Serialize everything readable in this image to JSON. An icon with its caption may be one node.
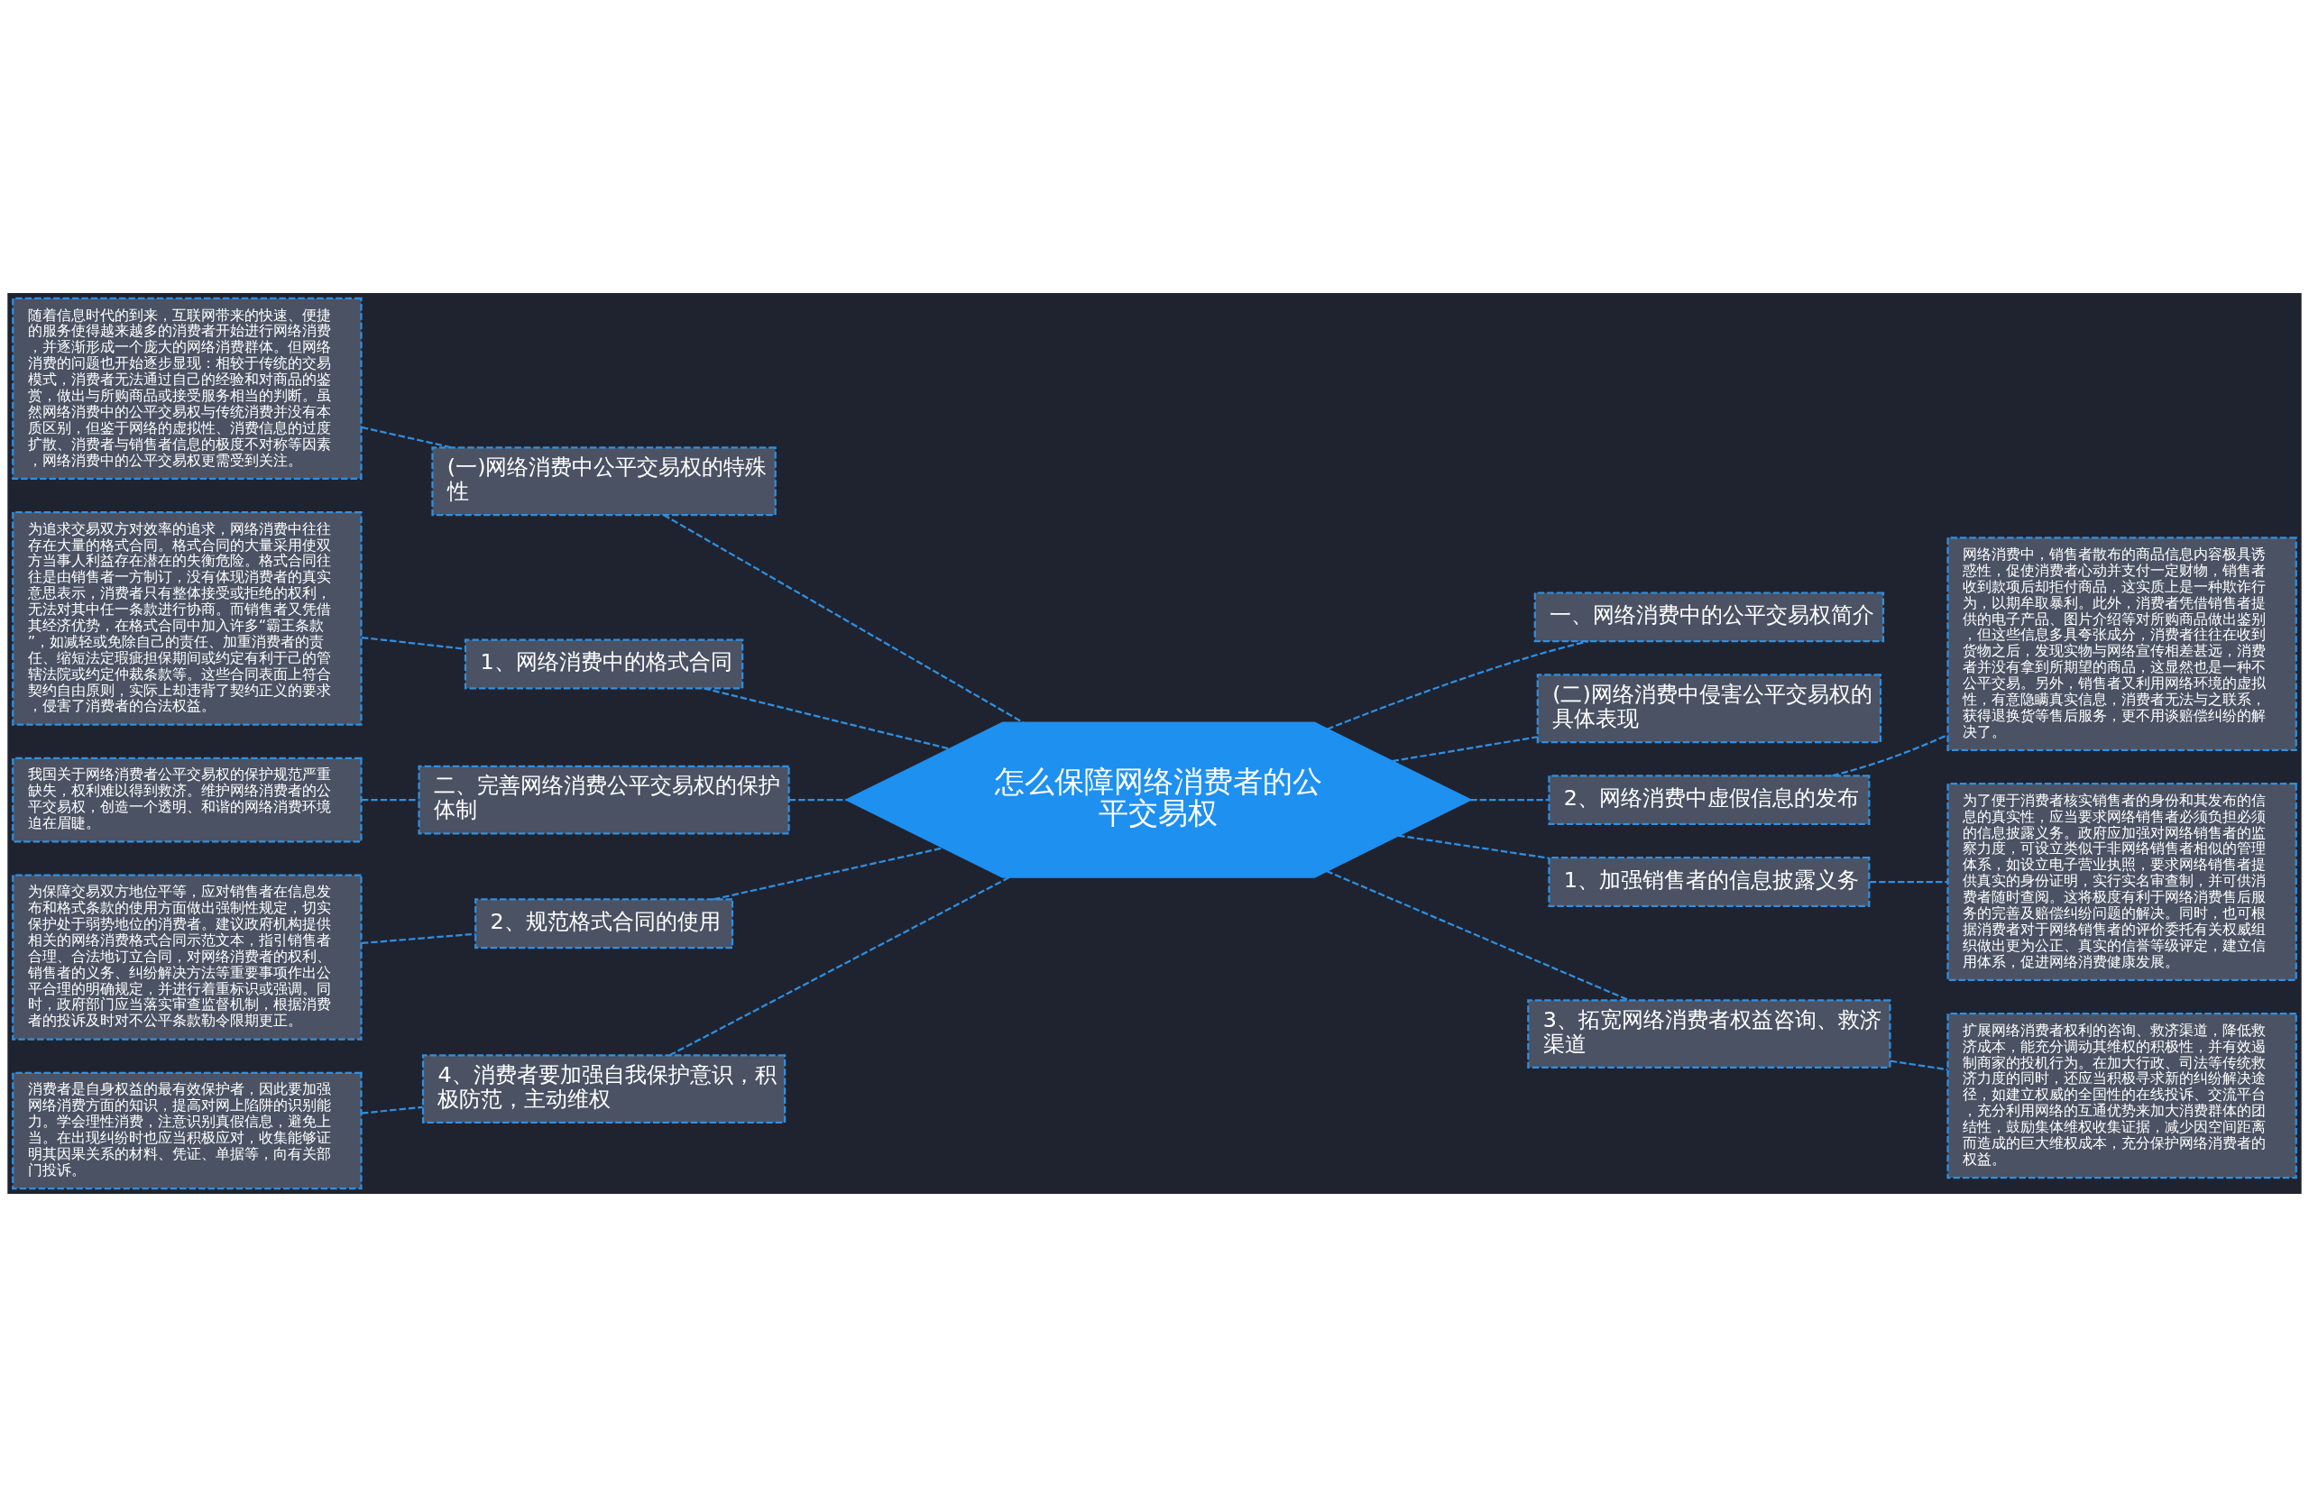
{
  "diagram": {
    "nodes": [
      {
        "text": [
          "怎么保障网络消费者的公平交易权"
        ]
      },
      {
        "text": [
          "(一)网络消费中公平交易权的特殊性"
        ]
      },
      {
        "text": [
          "随着信息时代的到来，互联网带来的快速、便捷的服务使得越来越多的消费者开始进行网络消费，并逐渐形成一个庞大的网络消费群体。但网络消费的问题也开始逐步显现：相较于传统的交易模式，消费者无法通过自己的经验和对商品的鉴赏，做出与所购商品或接受服务相当的判断。虽然网络消费中的公平交易权与传统消费并没有本质区别，但鉴于网络的虚拟性、消费信息的过度扩散、消费者与销售者信息的极度不对称等因素，网络消费中的公平交易权更需受到关注。"
        ]
      },
      {
        "text": [
          "1、网络消费中的格式合同"
        ]
      },
      {
        "text": [
          "为追求交易双方对效率的追求，网络消费中往往存在大量的格式合同。格式合同的大量采用使双方当事人利益存在潜在的失衡危险。格式合同往往是由销售者一方制订，没有体现消费者的真实意思表示，消费者只有整体接受或拒绝的权利，无法对其中任一条款进行协商。而销售者又凭借其经济优势，在格式合同中加入许多“霸王条款”，如减轻或免除自己的责任、加重消费者的责任、缩短法定瑕疵担保期间或约定有利于己的管辖法院或约定仲裁条款等。这些合同表面上符合契约自由原则，实际上却违背了契约正义的要求，侵害了消费者的合法权益。"
        ]
      },
      {
        "text": [
          "二、完善网络消费公平交易权的保护体制"
        ]
      },
      {
        "text": [
          "我国关于网络消费者公平交易权的保护规范严重缺失，权利难以得到救济。维护网络消费者的公平交易权，创造一个透明、和谐的网络消费环境迫在眉睫。"
        ]
      },
      {
        "text": [
          "2、规范格式合同的使用"
        ]
      },
      {
        "text": [
          "为保障交易双方地位平等，应对销售者在信息发布和格式条款的使用方面做出强制性规定，切实保护处于弱势地位的消费者。建议政府机构提供相关的网络消费格式合同示范文本，指引销售者合理、合法地订立合同，对网络消费者的权利、销售者的义务、纠纷解决方法等重要事项作出公平合理的明确规定，并进行着重标识或强调。同时，政府部门应当落实审查监督机制，根据消费者的投诉及时对不公平条款勒令限期更正。"
        ]
      },
      {
        "text": [
          "4、消费者要加强自我保护意识，积极防范，主动维权"
        ]
      },
      {
        "text": [
          "消费者是自身权益的最有效保护者，因此要加强网络消费方面的知识，提高对网上陷阱的识别能力。学会理性消费，注意识别真假信息，避免上当。在出现纠纷时也应当积极应对，收集能够证明其因果关系的材料、凭证、单据等，向有关部门投诉。"
        ]
      },
      {
        "text": [
          "一、网络消费中的公平交易权简介"
        ]
      },
      {
        "text": [
          "(二)网络消费中侵害公平交易权的具体表现"
        ]
      },
      {
        "text": [
          "2、网络消费中虚假信息的发布"
        ]
      },
      {
        "text": [
          "网络消费中，销售者散布的商品信息内容极具诱惑性，促使消费者心动并支付一定财物，销售者收到款项后却拒付商品，这实质上是一种欺诈行为，以期牟取暴利。此外，消费者凭借销售者提供的电子产品、图片介绍等对所购商品做出鉴别，但这些信息多具夸张成分，消费者往往在收到货物之后，发现实物与网络宣传相差甚远，消费者并没有拿到所期望的商品，这显然也是一种不公平交易。另外，销售者又利用网络环境的虚拟性，有意隐瞒真实信息，消费者无法与之联系，获得退换货等售后服务，更不用谈赔偿纠纷的解决了。"
        ]
      },
      {
        "text": [
          "1、加强销售者的信息披露义务"
        ]
      },
      {
        "text": [
          "为了便于消费者核实销售者的身份和其发布的信息的真实性，应当要求网络销售者必须负担必须的信息披露义务。政府应加强对网络销售者的监察力度，可设立类似于非网络销售者相似的管理体系，如设立电子营业执照，要求网络销售者提供真实的身份证明，实行实名审查制，并可供消费者随时查阅。这将极度有利于网络消费售后服务的完善及赔偿纠纷问题的解决。同时，也可根据消费者对于网络销售者的评价委托有关权威组织做出更为公正、真实的信誉等级评定，建立信用体系，促进网络消费健康发展。"
        ]
      },
      {
        "text": [
          "3、拓宽网络消费者权益咨询、救济渠道"
        ]
      },
      {
        "text": [
          "扩展网络消费者权利的咨询、救济渠道，降低救济成本，能充分调动其维权的积极性，并有效遏制商家的投机行为。在加大行政、司法等传统救济力度的同时，还应当积极寻求新的纠纷解决途径，如建立权威的全国性的在线投诉、交流平台，充分利用网络的互通优势来加大消费群体的团结性，鼓励集体维权收集证据，减少因空间距离而造成的巨大维权成本，充分保护网络消费者的权益。"
        ]
      }
    ],
    "edges": [
      {
        "from": 0,
        "to": 1,
        "arrow": "none",
        "style": "dashed"
      },
      {
        "from": 1,
        "to": 2,
        "arrow": "none",
        "style": "dashed"
      },
      {
        "from": 0,
        "to": 3,
        "arrow": "none",
        "style": "dashed"
      },
      {
        "from": 3,
        "to": 4,
        "arrow": "none",
        "style": "dashed"
      },
      {
        "from": 0,
        "to": 5,
        "arrow": "none",
        "style": "dashed"
      },
      {
        "from": 5,
        "to": 6,
        "arrow": "none",
        "style": "dashed"
      },
      {
        "from": 0,
        "to": 7,
        "arrow": "none",
        "style": "dashed"
      },
      {
        "from": 7,
        "to": 8,
        "arrow": "none",
        "style": "dashed"
      },
      {
        "from": 0,
        "to": 9,
        "arrow": "none",
        "style": "dashed"
      },
      {
        "from": 9,
        "to": 10,
        "arrow": "none",
        "style": "dashed"
      },
      {
        "from": 0,
        "to": 11,
        "arrow": "none",
        "style": "dashed"
      },
      {
        "from": 0,
        "to": 12,
        "arrow": "none",
        "style": "dashed"
      },
      {
        "from": 0,
        "to": 13,
        "arrow": "none",
        "style": "dashed"
      },
      {
        "from": 13,
        "to": 14,
        "arrow": "none",
        "style": "dashed"
      },
      {
        "from": 0,
        "to": 15,
        "arrow": "none",
        "style": "dashed"
      },
      {
        "from": 15,
        "to": 16,
        "arrow": "none",
        "style": "dashed"
      },
      {
        "from": 0,
        "to": 17,
        "arrow": "none",
        "style": "dashed"
      },
      {
        "from": 17,
        "to": 18,
        "arrow": "none",
        "style": "dashed"
      }
    ]
  }
}
